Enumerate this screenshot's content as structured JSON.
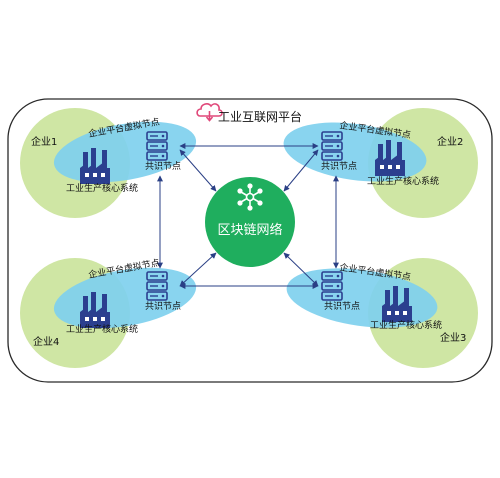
{
  "platform": {
    "title": "工业互联网平台"
  },
  "hub": {
    "label": "区块链网络"
  },
  "enterprises": [
    {
      "name": "企业1",
      "virtual_node": "企业平台虚拟节点",
      "consensus_node": "共识节点",
      "core_system": "工业生产核心系统"
    },
    {
      "name": "企业2",
      "virtual_node": "企业平台虚拟节点",
      "consensus_node": "共识节点",
      "core_system": "工业生产核心系统"
    },
    {
      "name": "企业3",
      "virtual_node": "企业平台虚拟节点",
      "consensus_node": "共识节点",
      "core_system": "工业生产核心系统"
    },
    {
      "name": "企业4",
      "virtual_node": "企业平台虚拟节点",
      "consensus_node": "共识节点",
      "core_system": "工业生产核心系统"
    }
  ],
  "colors": {
    "enterprise_circle": "#cfe6a4",
    "virtual_node_ellipse": "#7fd0ee",
    "hub": "#1fae5e",
    "accent_icon": "#e0487a",
    "factory_icon": "#2b3f8f",
    "server_icon": "#2b3f8f",
    "arrow": "#2a3f85"
  },
  "icons": [
    "cloud-download-icon",
    "factory-icon",
    "server-icon",
    "network-hub-icon"
  ]
}
